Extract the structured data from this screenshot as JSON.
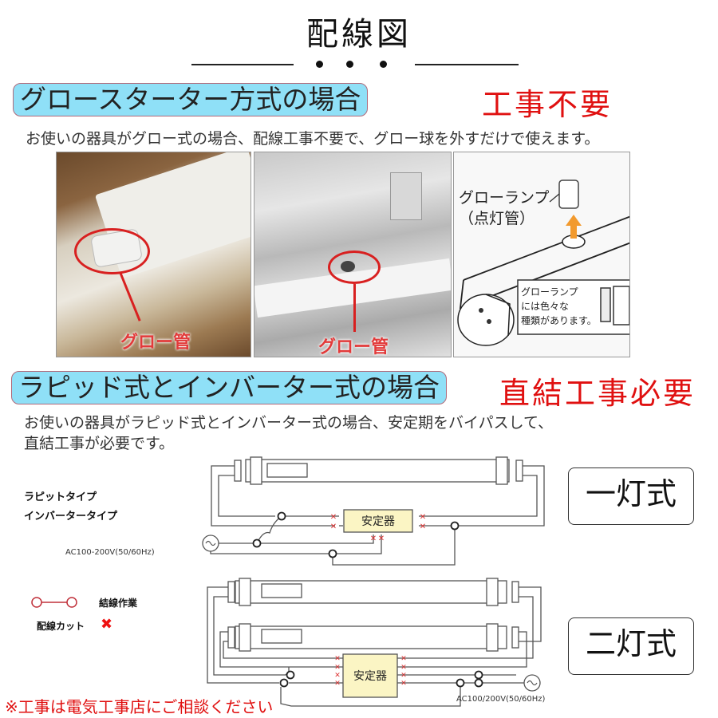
{
  "header": {
    "title": "配線図",
    "divider_dots": 3
  },
  "glow_section": {
    "heading": "グロースターター方式の場合",
    "requirement": "工事不要",
    "description": "お使いの器具がグロー式の場合、配線工事不要で、グロー球を外すだけで使えます。",
    "photos": [
      {
        "caption": "グロー管"
      },
      {
        "caption": "グロー管"
      },
      {
        "label_line1": "グローランプ",
        "label_line2": "（点灯管）",
        "note_line1": "グローランプ",
        "note_line2": "には色々な",
        "note_line3": "種類があります。"
      }
    ]
  },
  "rapid_section": {
    "heading": "ラピッド式とインバーター式の場合",
    "requirement": "直結工事必要",
    "description_line1": "お使いの器具がラピッド式とインバーター式の場合、安定期をバイパスして、",
    "description_line2": "直結工事が必要です。"
  },
  "diagram": {
    "type_labels": [
      "ラピットタイプ",
      "インバータータイプ"
    ],
    "voltage_left": "AC100-200V(50/60Hz)",
    "voltage_bottom": "AC100/200V(50/60Hz)",
    "ballast_label": "安定器",
    "legend": {
      "connect_label": "結線作業",
      "cut_label": "配線カット",
      "cut_symbol": "✖"
    },
    "single_lamp_label": "一灯式",
    "double_lamp_label": "二灯式"
  },
  "footer": {
    "note": "※工事は電気工事店にご相談ください"
  },
  "colors": {
    "pill_bg": "#8fe0f7",
    "pill_border": "#b06a7a",
    "accent_red": "#e01010",
    "ballast_bg": "#fbf5c4"
  }
}
